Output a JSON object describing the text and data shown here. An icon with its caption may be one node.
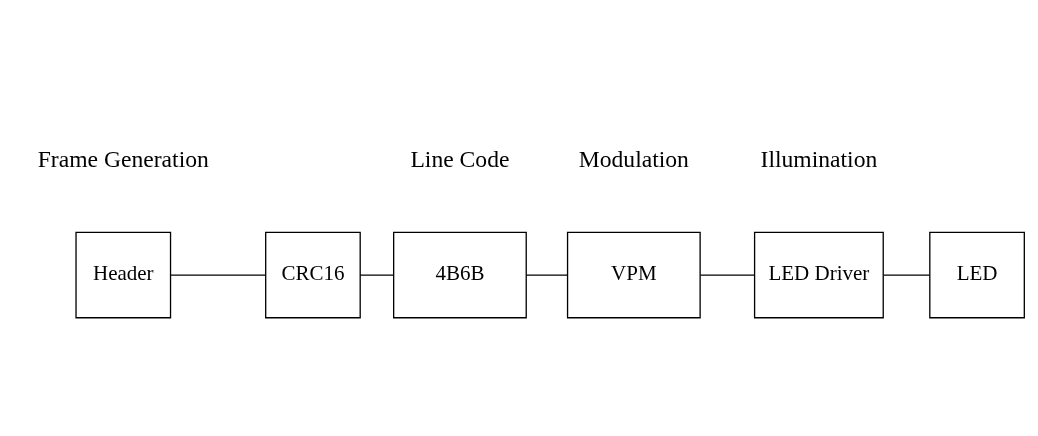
{
  "diagram": {
    "nodes": [
      {
        "text": [
          "Header"
        ]
      },
      {
        "text": [
          "CRC16"
        ]
      },
      {
        "text": [
          "4B6B"
        ]
      },
      {
        "text": [
          "VPM"
        ]
      },
      {
        "text": [
          "LED Driver"
        ]
      },
      {
        "text": [
          "LED"
        ]
      }
    ],
    "edges": [
      {
        "from": 0,
        "to": 1,
        "arrow": "none"
      },
      {
        "from": 1,
        "to": 2,
        "arrow": "none"
      },
      {
        "from": 2,
        "to": 3,
        "arrow": "none"
      },
      {
        "from": 3,
        "to": 4,
        "arrow": "none"
      },
      {
        "from": 4,
        "to": 5,
        "arrow": "none"
      }
    ],
    "labels": [
      "Frame Generation",
      "Line Code",
      "Modulation",
      "Illumination"
    ]
  }
}
